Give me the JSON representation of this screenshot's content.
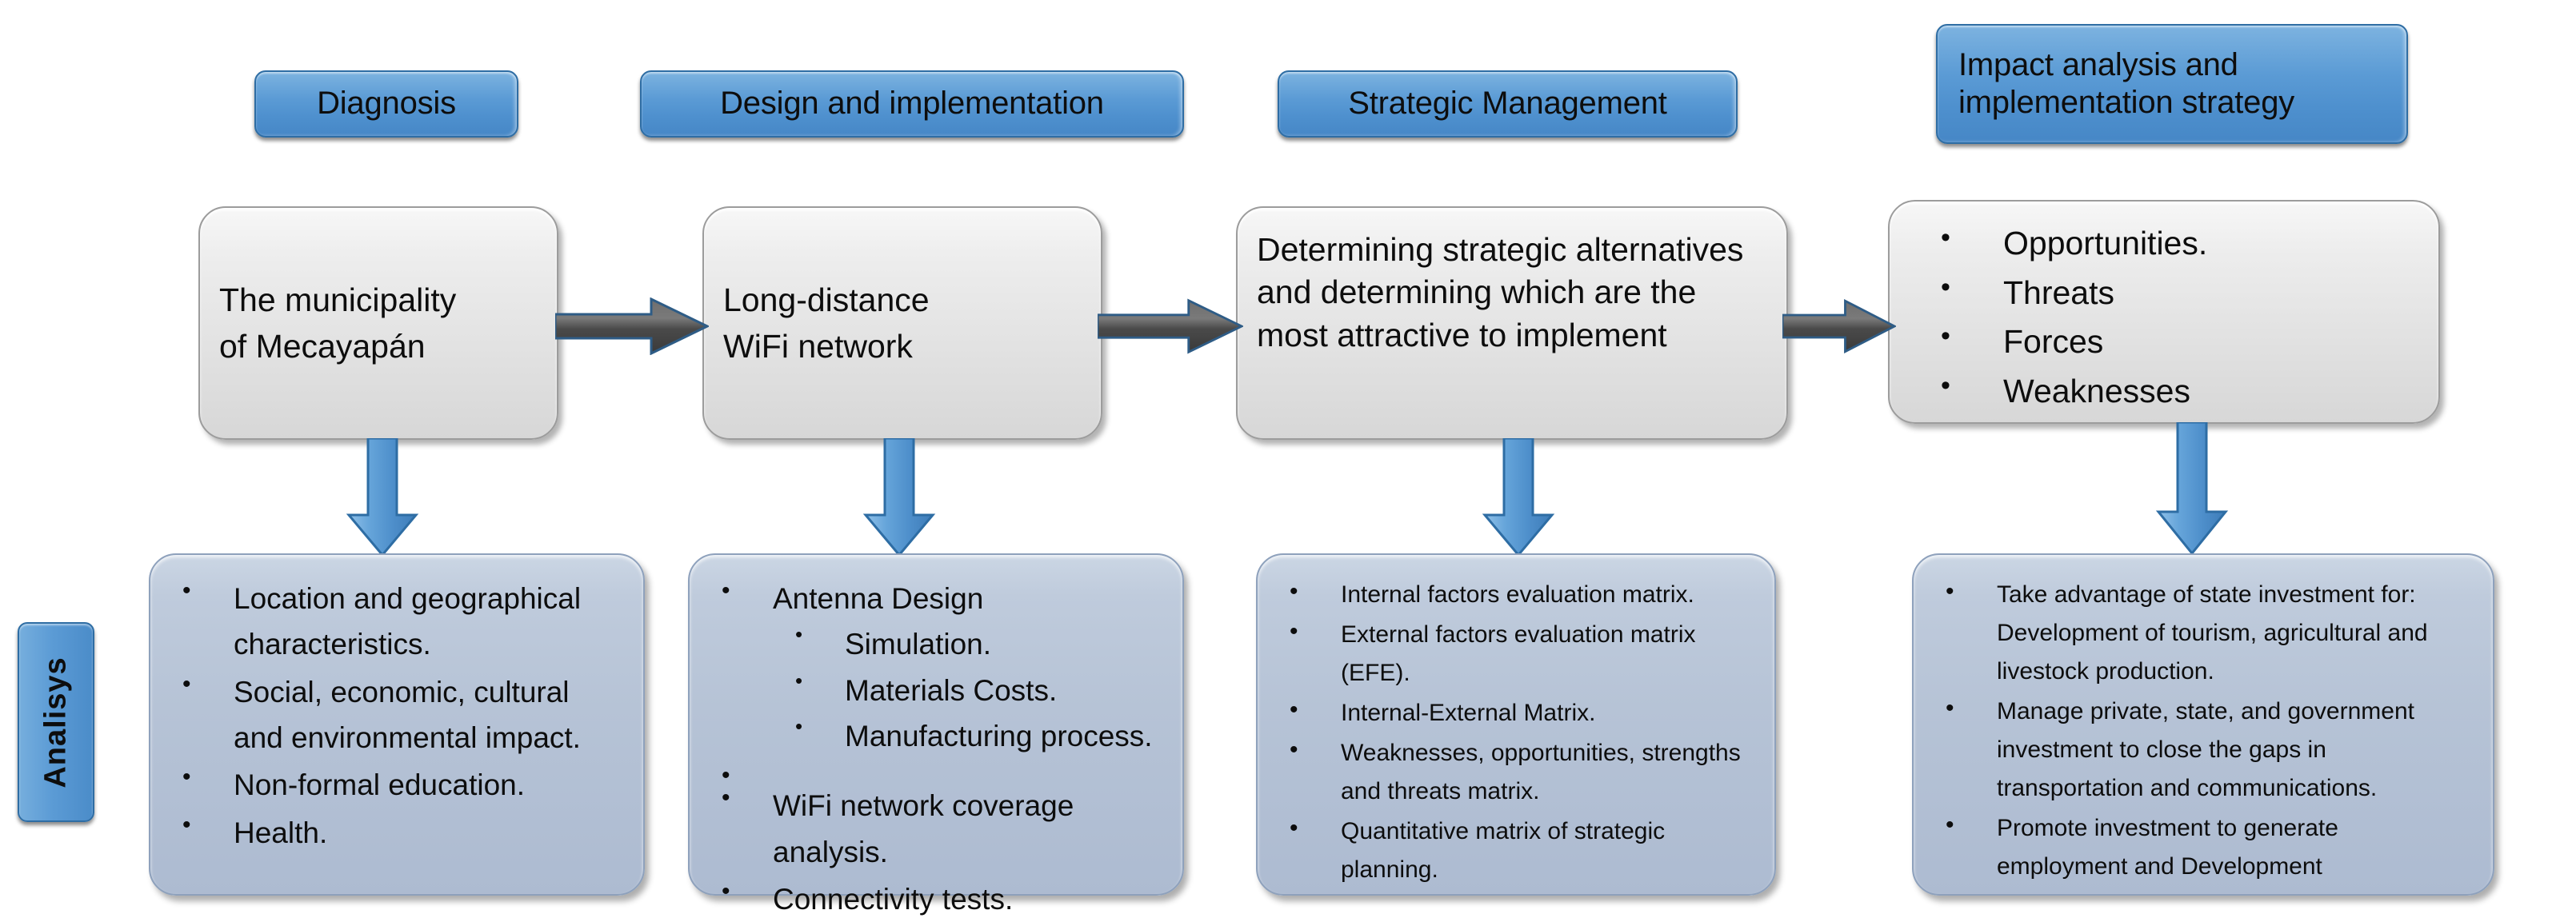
{
  "diagram": {
    "title_row_label": "stage headers",
    "side_tab": {
      "label": "Analisys"
    },
    "colors": {
      "stage_pill_blue": "#5B9BD5",
      "stage_pill_border": "#2E6DA4",
      "process_box_grey": "#E4E4E4",
      "process_box_border": "#9C9C9C",
      "detail_box_bluegrey": "#B6C3D6",
      "detail_box_border": "#8EA1BC",
      "arrow_horizontal": "#4D4D4D",
      "arrow_vertical": "#5B9BD5",
      "text": "#0D0D0D",
      "background": "#FFFFFF"
    },
    "stages": [
      {
        "header": "Diagnosis",
        "process": {
          "lines": [
            "The municipality",
            "of Mecayapán"
          ]
        },
        "details": [
          {
            "text": "Location and geographical characteristics."
          },
          {
            "text": "Social, economic, cultural and environmental impact."
          },
          {
            "text": "Non-formal education."
          },
          {
            "text": "Health."
          }
        ]
      },
      {
        "header": "Design and implementation",
        "process": {
          "lines": [
            "Long-distance",
            "WiFi network"
          ]
        },
        "details": [
          {
            "text": "Antenna  Design",
            "sub": [
              "Simulation.",
              "Materials Costs.",
              "Manufacturing process."
            ]
          },
          {
            "text": "WiFi network  coverage analysis."
          },
          {
            "text": "Connectivity tests."
          }
        ]
      },
      {
        "header": "Strategic Management",
        "process": {
          "lines": [
            "Determining strategic alternatives and determining which are the most attractive to implement"
          ]
        },
        "details": [
          {
            "text": "Internal factors evaluation matrix."
          },
          {
            "text": "External factors evaluation matrix (EFE)."
          },
          {
            "text": "Internal-External Matrix."
          },
          {
            "text": "Weaknesses, opportunities, strengths and threats matrix."
          },
          {
            "text": "Quantitative matrix of strategic planning."
          }
        ]
      },
      {
        "header": "Impact analysis and implementation strategy",
        "header_lines": [
          "Impact analysis and",
          "implementation strategy"
        ],
        "process": {
          "bullets": [
            "Opportunities.",
            "Threats",
            "Forces",
            "Weaknesses"
          ]
        },
        "details": [
          {
            "text": "Take advantage of state investment for: Development of tourism, agricultural and livestock production."
          },
          {
            "text": "Manage private, state, and government investment to close the gaps in transportation and communications."
          },
          {
            "text": "Promote investment to generate employment and Development"
          }
        ]
      }
    ]
  }
}
